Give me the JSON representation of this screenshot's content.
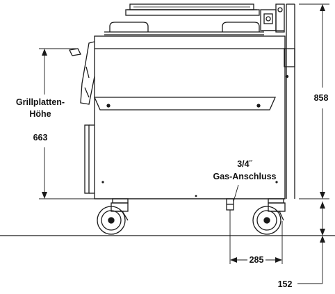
{
  "labels": {
    "plate_height_title_1": "Grillplatten-",
    "plate_height_title_2": "Höhe",
    "plate_height_value": "663",
    "total_height_value": "858",
    "gas_size": "3/4˝",
    "gas_label": "Gas-Anschluss",
    "gas_offset_value": "285",
    "floor_offset_value": "152"
  },
  "colors": {
    "line": "#1a1a1a",
    "background": "#ffffff"
  }
}
